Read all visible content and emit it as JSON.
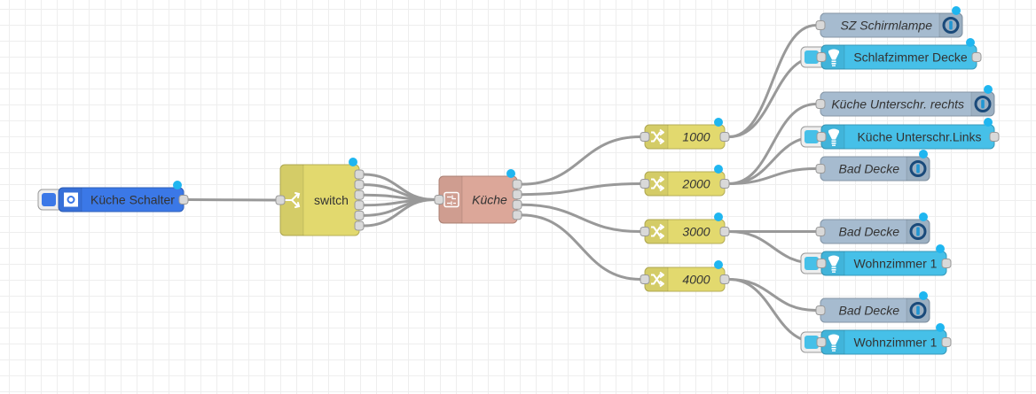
{
  "editor": {
    "colors": {
      "inject_button": "#3b78e7",
      "switch_node": "#e2d96e",
      "change_node": "#e2d96e",
      "subflow_node": "#dca799",
      "iobroker_out": "#a6bbcf",
      "hue_light": "#46c0e8",
      "status_dot": "#1fb6f0",
      "wire": "#999999"
    },
    "nodes": [
      {
        "id": "n_schalter",
        "type": "button",
        "label": "Küche Schalter",
        "italic": false,
        "icon": "circle-icon",
        "color": "#3b78e7"
      },
      {
        "id": "n_switch",
        "type": "switch",
        "label": "switch",
        "italic": false,
        "icon": "switch-icon",
        "color": "#e2d96e",
        "outputs": 6
      },
      {
        "id": "n_kueche",
        "type": "subflow",
        "label": "Küche",
        "italic": true,
        "icon": "subflow-icon",
        "color": "#dca799",
        "outputs": 4
      },
      {
        "id": "n_1000",
        "type": "change",
        "label": "1000",
        "italic": true,
        "icon": "shuffle-icon",
        "color": "#e2d96e"
      },
      {
        "id": "n_2000",
        "type": "change",
        "label": "2000",
        "italic": true,
        "icon": "shuffle-icon",
        "color": "#e2d96e"
      },
      {
        "id": "n_3000",
        "type": "change",
        "label": "3000",
        "italic": true,
        "icon": "shuffle-icon",
        "color": "#e2d96e"
      },
      {
        "id": "n_4000",
        "type": "change",
        "label": "4000",
        "italic": true,
        "icon": "shuffle-icon",
        "color": "#e2d96e"
      },
      {
        "id": "n_sz_schirm",
        "type": "iobroker-out",
        "label": "SZ Schirmlampe",
        "italic": true,
        "icon": "iobroker-icon",
        "color": "#a6bbcf"
      },
      {
        "id": "n_sz_decke",
        "type": "hue-light",
        "label": "Schlafzimmer Decke",
        "italic": false,
        "icon": "bulb-icon",
        "color": "#46c0e8"
      },
      {
        "id": "n_ku_rechts",
        "type": "iobroker-out",
        "label": "Küche Unterschr. rechts",
        "italic": true,
        "icon": "iobroker-icon",
        "color": "#a6bbcf"
      },
      {
        "id": "n_ku_links",
        "type": "hue-light",
        "label": "Küche Unterschr.Links",
        "italic": false,
        "icon": "bulb-icon",
        "color": "#46c0e8"
      },
      {
        "id": "n_bad1",
        "type": "iobroker-out",
        "label": "Bad Decke",
        "italic": true,
        "icon": "iobroker-icon",
        "color": "#a6bbcf"
      },
      {
        "id": "n_bad2",
        "type": "iobroker-out",
        "label": "Bad Decke",
        "italic": true,
        "icon": "iobroker-icon",
        "color": "#a6bbcf"
      },
      {
        "id": "n_wz1",
        "type": "hue-light",
        "label": "Wohnzimmer 1",
        "italic": false,
        "icon": "bulb-icon",
        "color": "#46c0e8"
      },
      {
        "id": "n_bad3",
        "type": "iobroker-out",
        "label": "Bad Decke",
        "italic": true,
        "icon": "iobroker-icon",
        "color": "#a6bbcf"
      },
      {
        "id": "n_wz2",
        "type": "hue-light",
        "label": "Wohnzimmer 1",
        "italic": false,
        "icon": "bulb-icon",
        "color": "#46c0e8"
      }
    ],
    "wires": [
      {
        "from": "n_schalter",
        "port": 0,
        "to": "n_switch"
      },
      {
        "from": "n_switch",
        "port": 0,
        "to": "n_kueche"
      },
      {
        "from": "n_switch",
        "port": 1,
        "to": "n_kueche"
      },
      {
        "from": "n_switch",
        "port": 2,
        "to": "n_kueche"
      },
      {
        "from": "n_switch",
        "port": 3,
        "to": "n_kueche"
      },
      {
        "from": "n_switch",
        "port": 4,
        "to": "n_kueche"
      },
      {
        "from": "n_switch",
        "port": 5,
        "to": "n_kueche"
      },
      {
        "from": "n_kueche",
        "port": 0,
        "to": "n_1000"
      },
      {
        "from": "n_kueche",
        "port": 1,
        "to": "n_2000"
      },
      {
        "from": "n_kueche",
        "port": 2,
        "to": "n_3000"
      },
      {
        "from": "n_kueche",
        "port": 3,
        "to": "n_4000"
      },
      {
        "from": "n_1000",
        "port": 0,
        "to": "n_sz_schirm"
      },
      {
        "from": "n_1000",
        "port": 0,
        "to": "n_sz_decke"
      },
      {
        "from": "n_2000",
        "port": 0,
        "to": "n_ku_rechts"
      },
      {
        "from": "n_2000",
        "port": 0,
        "to": "n_ku_links"
      },
      {
        "from": "n_2000",
        "port": 0,
        "to": "n_bad1"
      },
      {
        "from": "n_3000",
        "port": 0,
        "to": "n_bad2"
      },
      {
        "from": "n_3000",
        "port": 0,
        "to": "n_wz1"
      },
      {
        "from": "n_4000",
        "port": 0,
        "to": "n_bad3"
      },
      {
        "from": "n_4000",
        "port": 0,
        "to": "n_wz2"
      }
    ]
  }
}
